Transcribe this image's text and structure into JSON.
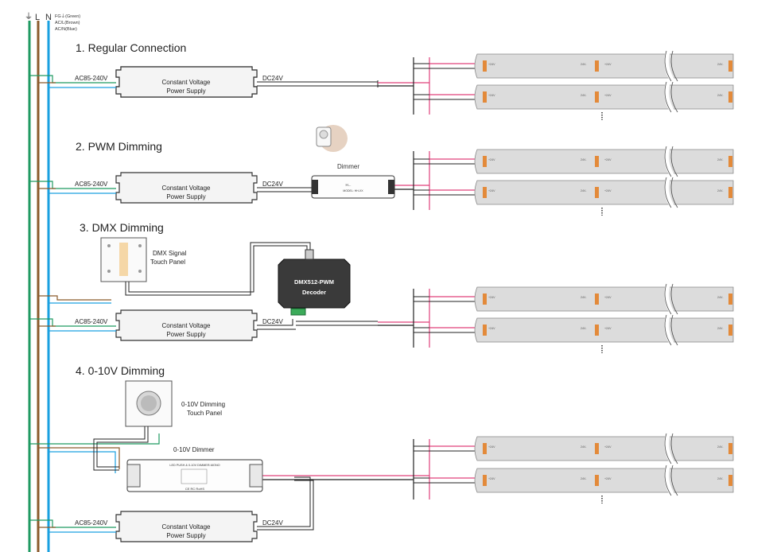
{
  "legend": {
    "earth_symbol": "⏚",
    "l_label": "L",
    "n_label": "N",
    "fg": "FG⏚(Green)",
    "acl": "AC/L(Brown)",
    "acn": "AC/N(Blue)"
  },
  "sections": [
    {
      "title": "1. Regular Connection"
    },
    {
      "title": "2. PWM Dimming"
    },
    {
      "title": "3. DMX Dimming"
    },
    {
      "title": "4. 0-10V Dimming"
    }
  ],
  "psu": {
    "input_label": "AC85-240V",
    "output_label": "DC24V",
    "name_line1": "Constant Voltage",
    "name_line2": "Power Supply"
  },
  "dimmer": {
    "caption": "Dimmer",
    "brand": "H...",
    "model": "MODEL: HH-XX"
  },
  "dmx_panel": {
    "line1": "DMX Signal",
    "line2": "Touch Panel"
  },
  "decoder": {
    "line1": "DMX512-PWM",
    "line2": "Decoder"
  },
  "ten_v_panel": {
    "line1": "0-10V Dimming",
    "line2": "Touch Panel"
  },
  "ten_v_dimmer": {
    "caption": "0-10V Dimmer",
    "title": "LED PUSH & 0-10V DIMMER-MONO",
    "bottom": "CE RC RoHS"
  },
  "strip": {
    "left_label": "+24V",
    "mid_label_1": "24V-",
    "mid_label_2": "+24V",
    "right_label": "24V-"
  },
  "colors": {
    "green": "#1f9a62",
    "brown": "#8a5a2b",
    "blue": "#1aa0e0",
    "red": "#e0407a",
    "psu_fill": "#f4f4f4",
    "strip_fill": "#dcdcdc",
    "led": "#e38a3a"
  }
}
